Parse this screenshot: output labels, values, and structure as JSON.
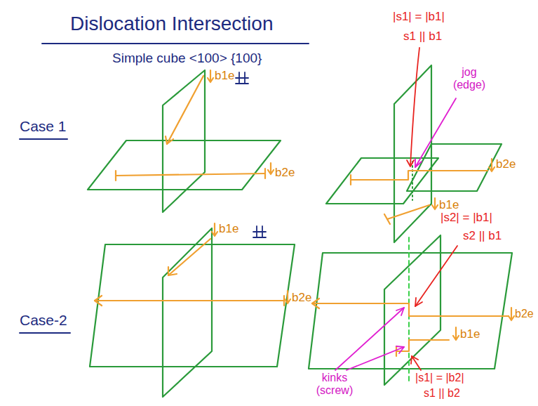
{
  "diagram": {
    "title": "Dislocation Intersection",
    "labels": [
      "Simple cube <100> {100}",
      "Case 1",
      "b1e",
      "b2e",
      "|s1| = |b1|",
      "s1 || b1",
      "jog (edge)",
      "b2e",
      "b1e",
      "Case-2",
      "b1e",
      "b2e",
      "|s2| = |b1|",
      "s2 || b1",
      "b2e",
      "b1e",
      "kinks (screw)",
      "|s1| = |b2|",
      "s1 || b2"
    ]
  }
}
